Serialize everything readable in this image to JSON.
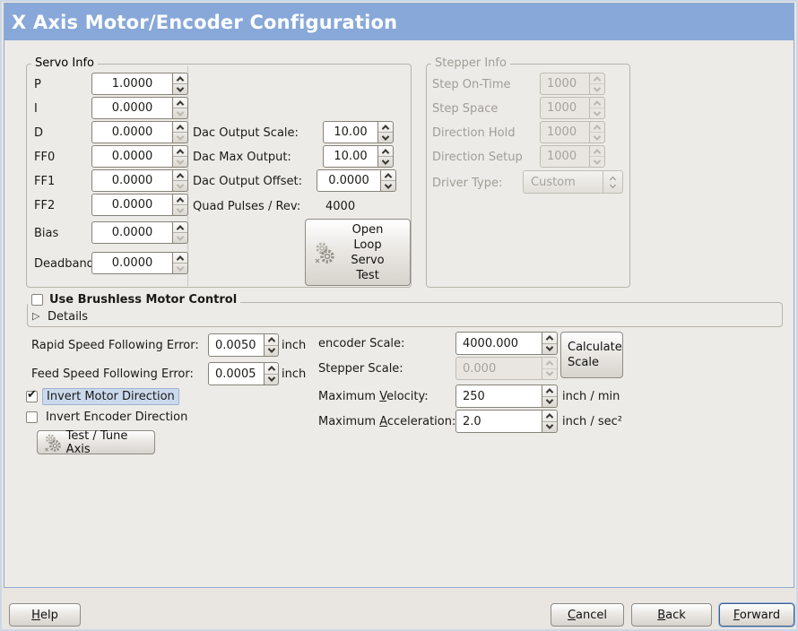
{
  "window": {
    "title": "X Axis Motor/Encoder Configuration"
  },
  "servo": {
    "frame_label": "Servo Info",
    "params": [
      {
        "label": "P",
        "value": "1.0000"
      },
      {
        "label": "I",
        "value": "0.0000"
      },
      {
        "label": "D",
        "value": "0.0000"
      },
      {
        "label": "FF0",
        "value": "0.0000"
      },
      {
        "label": "FF1",
        "value": "0.0000"
      },
      {
        "label": "FF2",
        "value": "0.0000"
      },
      {
        "label": "Bias",
        "value": "0.0000"
      },
      {
        "label": "Deadband",
        "value": "0.0000"
      }
    ],
    "dac": [
      {
        "label": "Dac Output Scale:",
        "value": "10.00"
      },
      {
        "label": "Dac Max Output:",
        "value": "10.00"
      },
      {
        "label": "Dac Output Offset:",
        "value": "0.0000"
      }
    ],
    "quad": {
      "label": "Quad Pulses / Rev:",
      "value": "4000"
    },
    "open_loop_button": "Open Loop Servo Test"
  },
  "stepper": {
    "frame_label": "Stepper Info",
    "params": [
      {
        "label": "Step On-Time",
        "value": "1000"
      },
      {
        "label": "Step Space",
        "value": "1000"
      },
      {
        "label": "Direction Hold",
        "value": "1000"
      },
      {
        "label": "Direction Setup",
        "value": "1000"
      }
    ],
    "driver": {
      "label": "Driver Type:",
      "value": "Custom"
    }
  },
  "brushless": {
    "checkbox_label": "Use Brushless Motor Control",
    "checked": false,
    "details_label": "Details"
  },
  "errors": [
    {
      "label": "Rapid Speed Following Error:",
      "value": "0.0050",
      "unit": "inch"
    },
    {
      "label": "Feed Speed Following Error:",
      "value": "0.0005",
      "unit": "inch"
    }
  ],
  "scales": {
    "encoder": {
      "label": "encoder Scale:",
      "value": "4000.000"
    },
    "calculate_button": "Calculate Scale",
    "stepper": {
      "label": "Stepper Scale:",
      "value": "0.000"
    },
    "velocity": {
      "label_pre": "Maximum ",
      "label_u": "V",
      "label_post": "elocity:",
      "value": "250",
      "unit": "inch / min"
    },
    "acceleration": {
      "label_pre": "Maximum ",
      "label_u": "A",
      "label_post": "cceleration:",
      "value": "2.0",
      "unit": "inch / sec²"
    }
  },
  "direction": {
    "invert_motor": {
      "label": "Invert Motor Direction",
      "checked": true
    },
    "invert_encoder": {
      "label": "Invert Encoder Direction",
      "checked": false
    },
    "test_button": "Test / Tune Axis"
  },
  "footer": {
    "help": {
      "u": "H",
      "rest": "elp"
    },
    "cancel": {
      "u": "C",
      "rest": "ancel"
    },
    "back": {
      "u": "B",
      "rest": "ack"
    },
    "forward": {
      "u": "F",
      "rest": "orward"
    }
  },
  "colors": {
    "titlebar": "#87a8d8",
    "body": "#edebe7",
    "focus_highlight": "#cbd9ec"
  }
}
